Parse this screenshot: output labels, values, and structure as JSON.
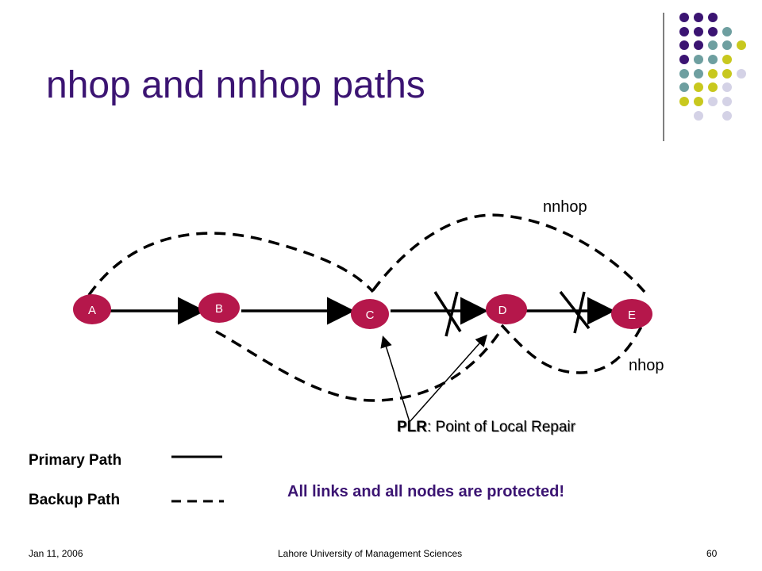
{
  "title": "nhop and nnhop paths",
  "nodes": [
    {
      "id": "A",
      "label": "A"
    },
    {
      "id": "B",
      "label": "B"
    },
    {
      "id": "C",
      "label": "C"
    },
    {
      "id": "D",
      "label": "D"
    },
    {
      "id": "E",
      "label": "E"
    }
  ],
  "paths": {
    "nnhop_label": "nnhop",
    "nhop_label": "nhop"
  },
  "plr": {
    "bold": "PLR",
    "rest": ": Point of Local Repair"
  },
  "legend": {
    "primary": "Primary Path",
    "backup": "Backup Path"
  },
  "protected_note": "All links and all nodes are protected!",
  "footer": {
    "date": "Jan 11, 2006",
    "org": "Lahore University of Management Sciences",
    "page": "60"
  },
  "colors": {
    "title": "#3b1472",
    "node": "#b5174b",
    "dot_purple": "#3b1472",
    "dot_teal": "#6e9fa0",
    "dot_olive": "#c8c81e",
    "dot_lavender": "#d4d2e6"
  }
}
